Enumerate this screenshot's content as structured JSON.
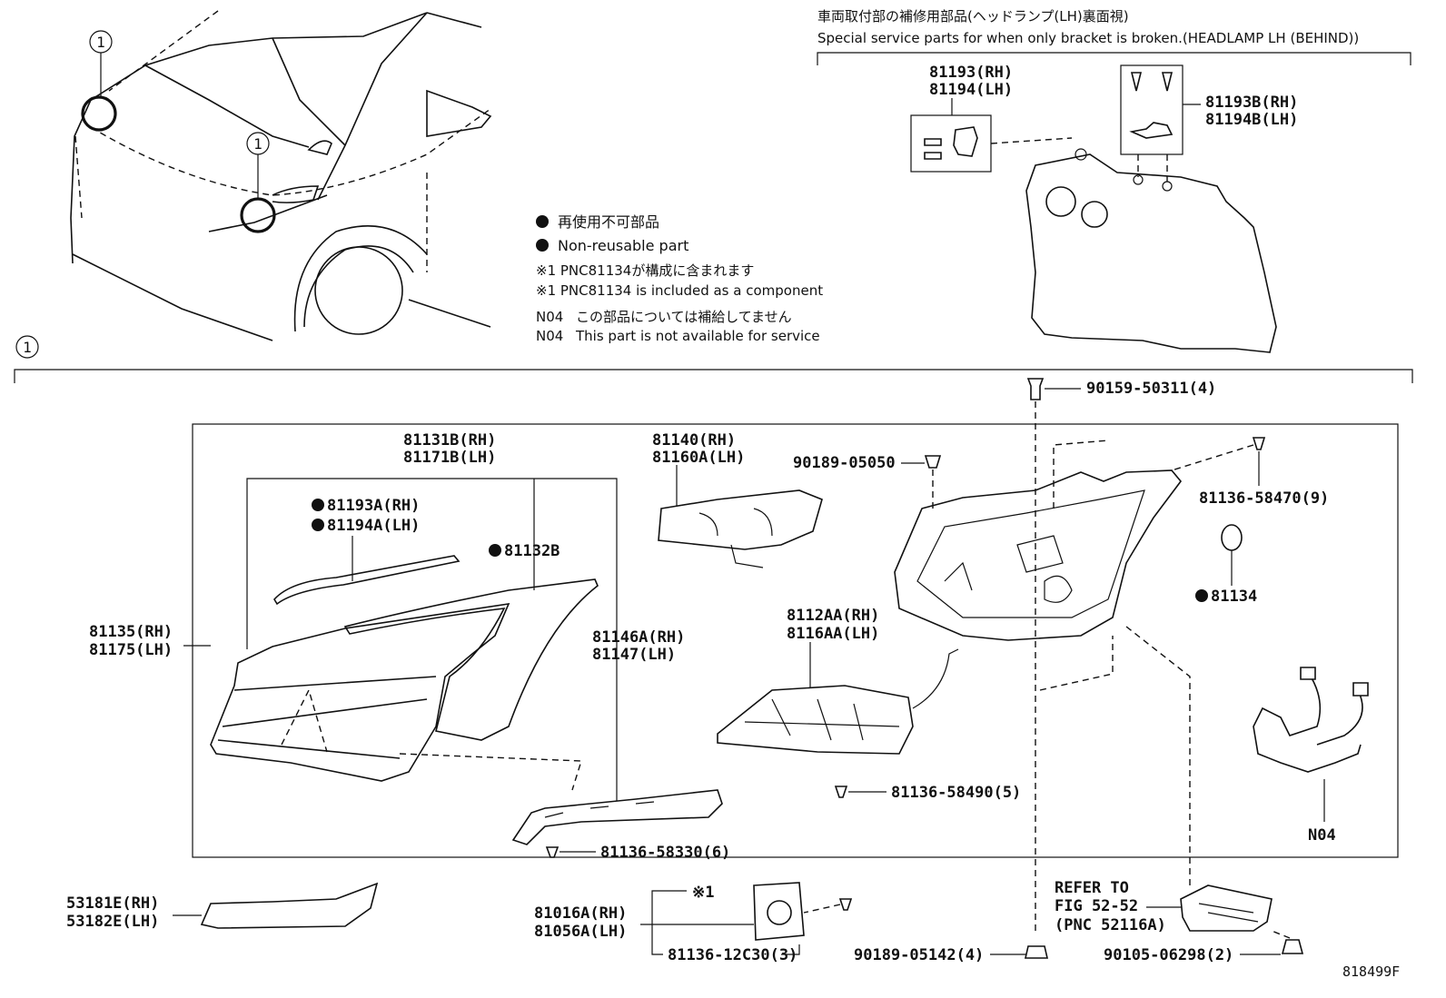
{
  "callouts": {
    "ref_1a": "1",
    "ref_1b": "1",
    "section_ref": "1"
  },
  "header": {
    "jp": "車両取付部の補修用部品(ヘッドランプ(LH)裏面視)",
    "en": "Special service parts for when only bracket is broken.(HEADLAMP LH (BEHIND))"
  },
  "legend": {
    "non_reusable_jp": "再使用不可部品",
    "non_reusable_en": "Non-reusable part",
    "note1_jp": "※1 PNC81134が構成に含まれます",
    "note1_en": "※1 PNC81134 is included as a component",
    "n04_code": "N04",
    "n04_jp": "この部品については補給してません",
    "n04_en": "This part is not available for service"
  },
  "parts": {
    "p81193_rh": "81193(RH)",
    "p81194_lh": "81194(LH)",
    "p81193b_rh": "81193B(RH)",
    "p81194b_lh": "81194B(LH)",
    "p90159": "90159-50311(4)",
    "p81131b_rh": "81131B(RH)",
    "p81171b_lh": "81171B(LH)",
    "p81193a_rh": "81193A(RH)",
    "p81194a_lh": "81194A(LH)",
    "p81132b": "81132B",
    "p81135_rh": "81135(RH)",
    "p81175_lh": "81175(LH)",
    "p81140_rh": "81140(RH)",
    "p81160a_lh": "81160A(LH)",
    "p90189_05050": "90189-05050",
    "p81136_58470": "81136-58470(9)",
    "p81134": "81134",
    "p81146a_rh": "81146A(RH)",
    "p81147_lh": "81147(LH)",
    "p8112aa_rh": "8112AA(RH)",
    "p8116aa_lh": "8116AA(LH)",
    "p81136_58490": "81136-58490(5)",
    "p81136_58330": "81136-58330(6)",
    "n04_label": "N04",
    "p53181e_rh": "53181E(RH)",
    "p53182e_lh": "53182E(LH)",
    "note_ref": "※1",
    "p81016a_rh": "81016A(RH)",
    "p81056a_lh": "81056A(LH)",
    "p81136_12c30": "81136-12C30(3)",
    "p90189_05142": "90189-05142(4)",
    "refer_line1": "REFER TO",
    "refer_line2": "FIG 52-52",
    "refer_line3": "(PNC 52116A)",
    "p90105": "90105-06298(2)",
    "figure_id": "818499F"
  }
}
